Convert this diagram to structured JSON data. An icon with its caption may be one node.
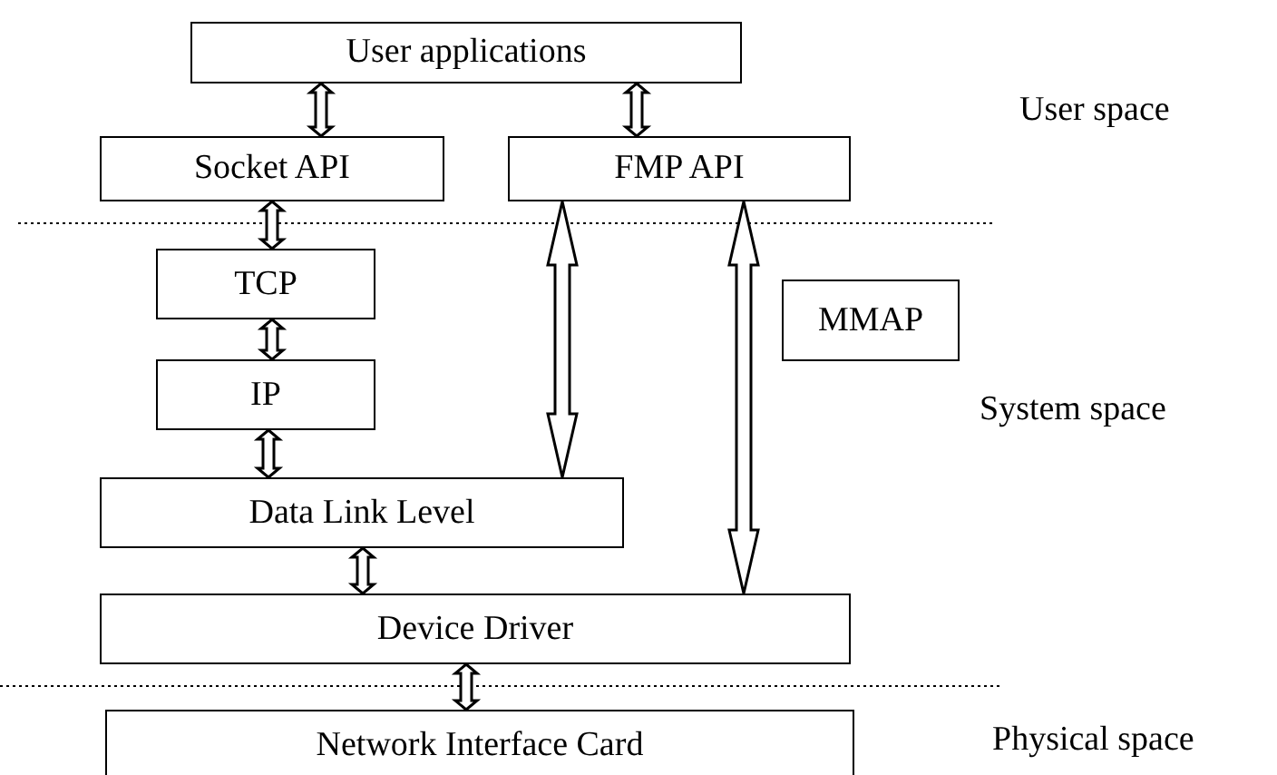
{
  "diagram": {
    "nodes": [
      {
        "text": [
          "User applications"
        ]
      },
      {
        "text": [
          "Socket API"
        ]
      },
      {
        "text": [
          "FMP API"
        ]
      },
      {
        "text": [
          "TCP"
        ]
      },
      {
        "text": [
          "IP"
        ]
      },
      {
        "text": [
          "Data Link Level"
        ]
      },
      {
        "text": [
          "Device Driver"
        ]
      },
      {
        "text": [
          "Network Interface Card"
        ]
      },
      {
        "text": [
          "MMAP"
        ]
      }
    ],
    "edges": [
      {
        "from": 0,
        "to": 1,
        "arrow": "both"
      },
      {
        "from": 0,
        "to": 2,
        "arrow": "both"
      },
      {
        "from": 1,
        "to": 3,
        "arrow": "both"
      },
      {
        "from": 3,
        "to": 4,
        "arrow": "both"
      },
      {
        "from": 4,
        "to": 5,
        "arrow": "both"
      },
      {
        "from": 5,
        "to": 6,
        "arrow": "both"
      },
      {
        "from": 6,
        "to": 7,
        "arrow": "both"
      },
      {
        "from": 2,
        "to": 5,
        "arrow": "both"
      },
      {
        "from": 2,
        "to": 6,
        "arrow": "both"
      }
    ],
    "labels": [
      "User space",
      "System space",
      "Physical space"
    ]
  }
}
